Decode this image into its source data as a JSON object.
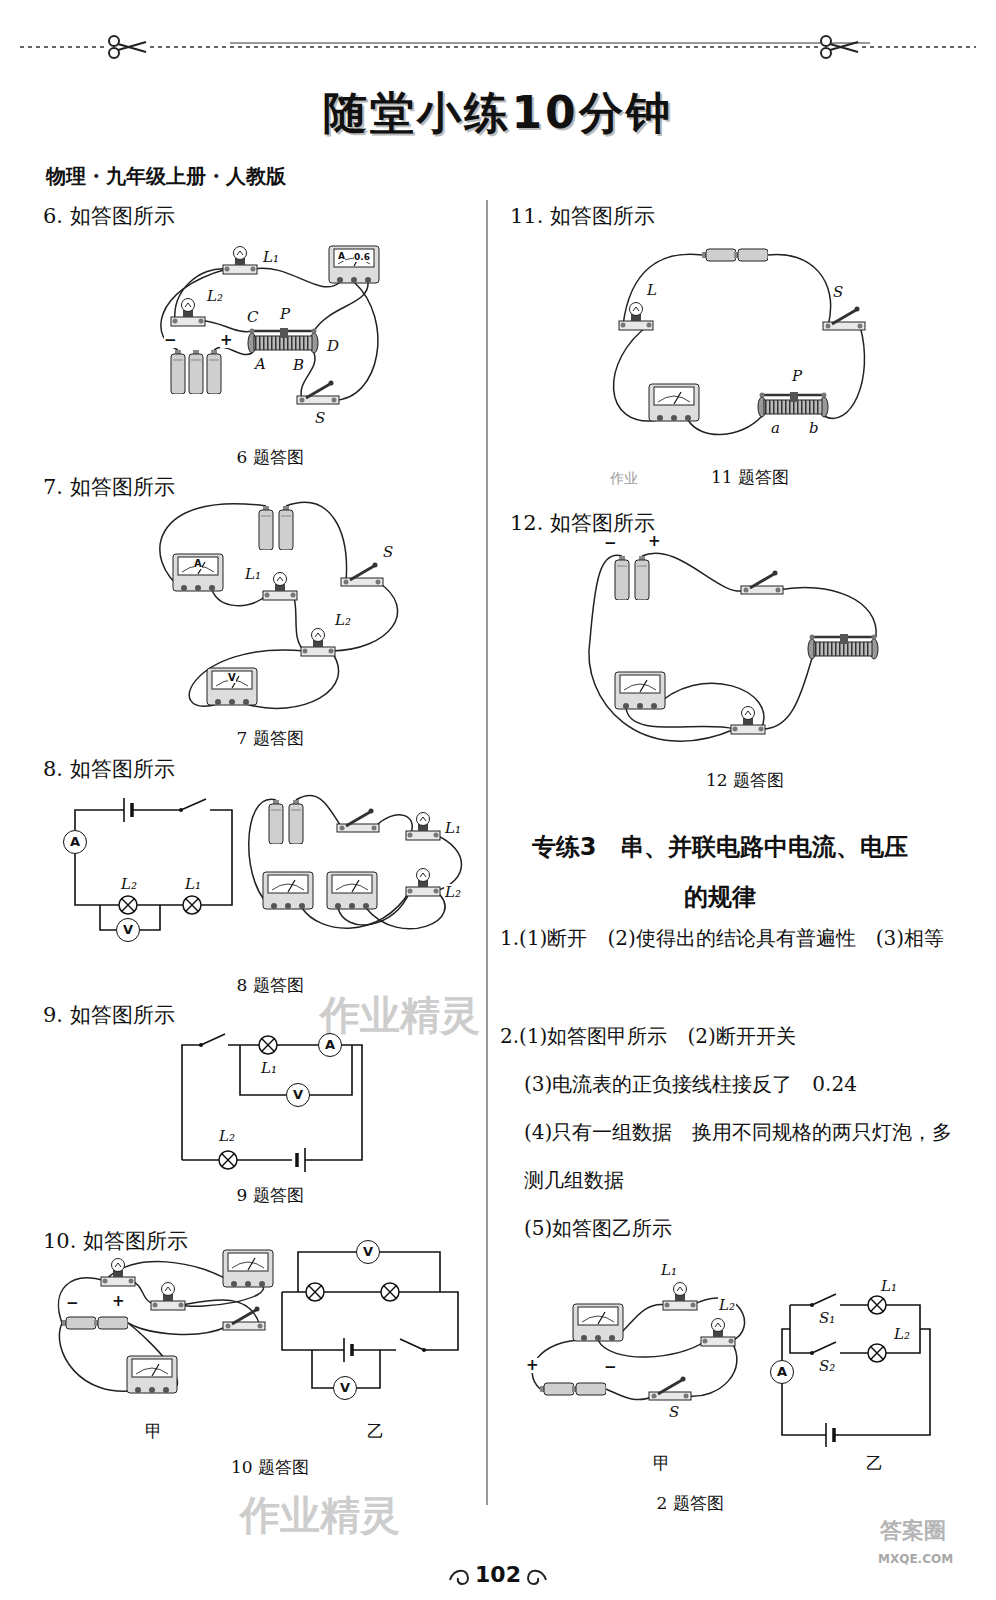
{
  "diagram": {
    "title": "随堂小练10分钟",
    "nodes": [
      {
        "text": [
          "A"
        ]
      },
      {
        "text": [
          "V"
        ]
      },
      {
        "text": [
          "A"
        ]
      },
      {
        "text": [
          "V"
        ]
      },
      {
        "text": [
          "V"
        ]
      },
      {
        "text": [
          "V"
        ]
      },
      {
        "text": [
          "A"
        ]
      }
    ],
    "labels": [
      "物理・九年级上册・人教版",
      "6. 如答图所示",
      "L₁",
      "A",
      "0.6",
      "L₂",
      "C",
      "P",
      "D",
      "A",
      "B",
      "−",
      "+",
      "S",
      "6 题答图",
      "7. 如答图所示",
      "A",
      "L₁",
      "S",
      "L₂",
      "V",
      "7 题答图",
      "8. 如答图所示",
      "L₂",
      "L₁",
      "L₁",
      "L₂",
      "8 题答图",
      "9. 如答图所示",
      "L₁",
      "L₂",
      "9 题答图",
      "10. 如答图所示",
      "−",
      "+",
      "甲",
      "乙",
      "10 题答图",
      "11. 如答图所示",
      "L",
      "S",
      "P",
      "a",
      "b",
      "11 题答图",
      "12. 如答图所示",
      "−",
      "+",
      "12 题答图",
      "专练3　串、并联电路中电流、电压的规律",
      "1.(1)断开　(2)使得出的结论具有普遍性　(3)相等",
      "2.(1)如答图甲所示　(2)断开开关",
      "(3)电流表的正负接线柱接反了　0.24",
      "(4)只有一组数据　换用不同规格的两只灯泡，多测几组数据",
      "(5)如答图乙所示",
      "L₁",
      "L₂",
      "S",
      "+",
      "−",
      "S₁",
      "L₁",
      "S₂",
      "L₂",
      "甲",
      "乙",
      "2 题答图",
      "102",
      "作业精灵",
      "作业精灵",
      "作业",
      "答案圈",
      "MXQE.COM"
    ]
  }
}
